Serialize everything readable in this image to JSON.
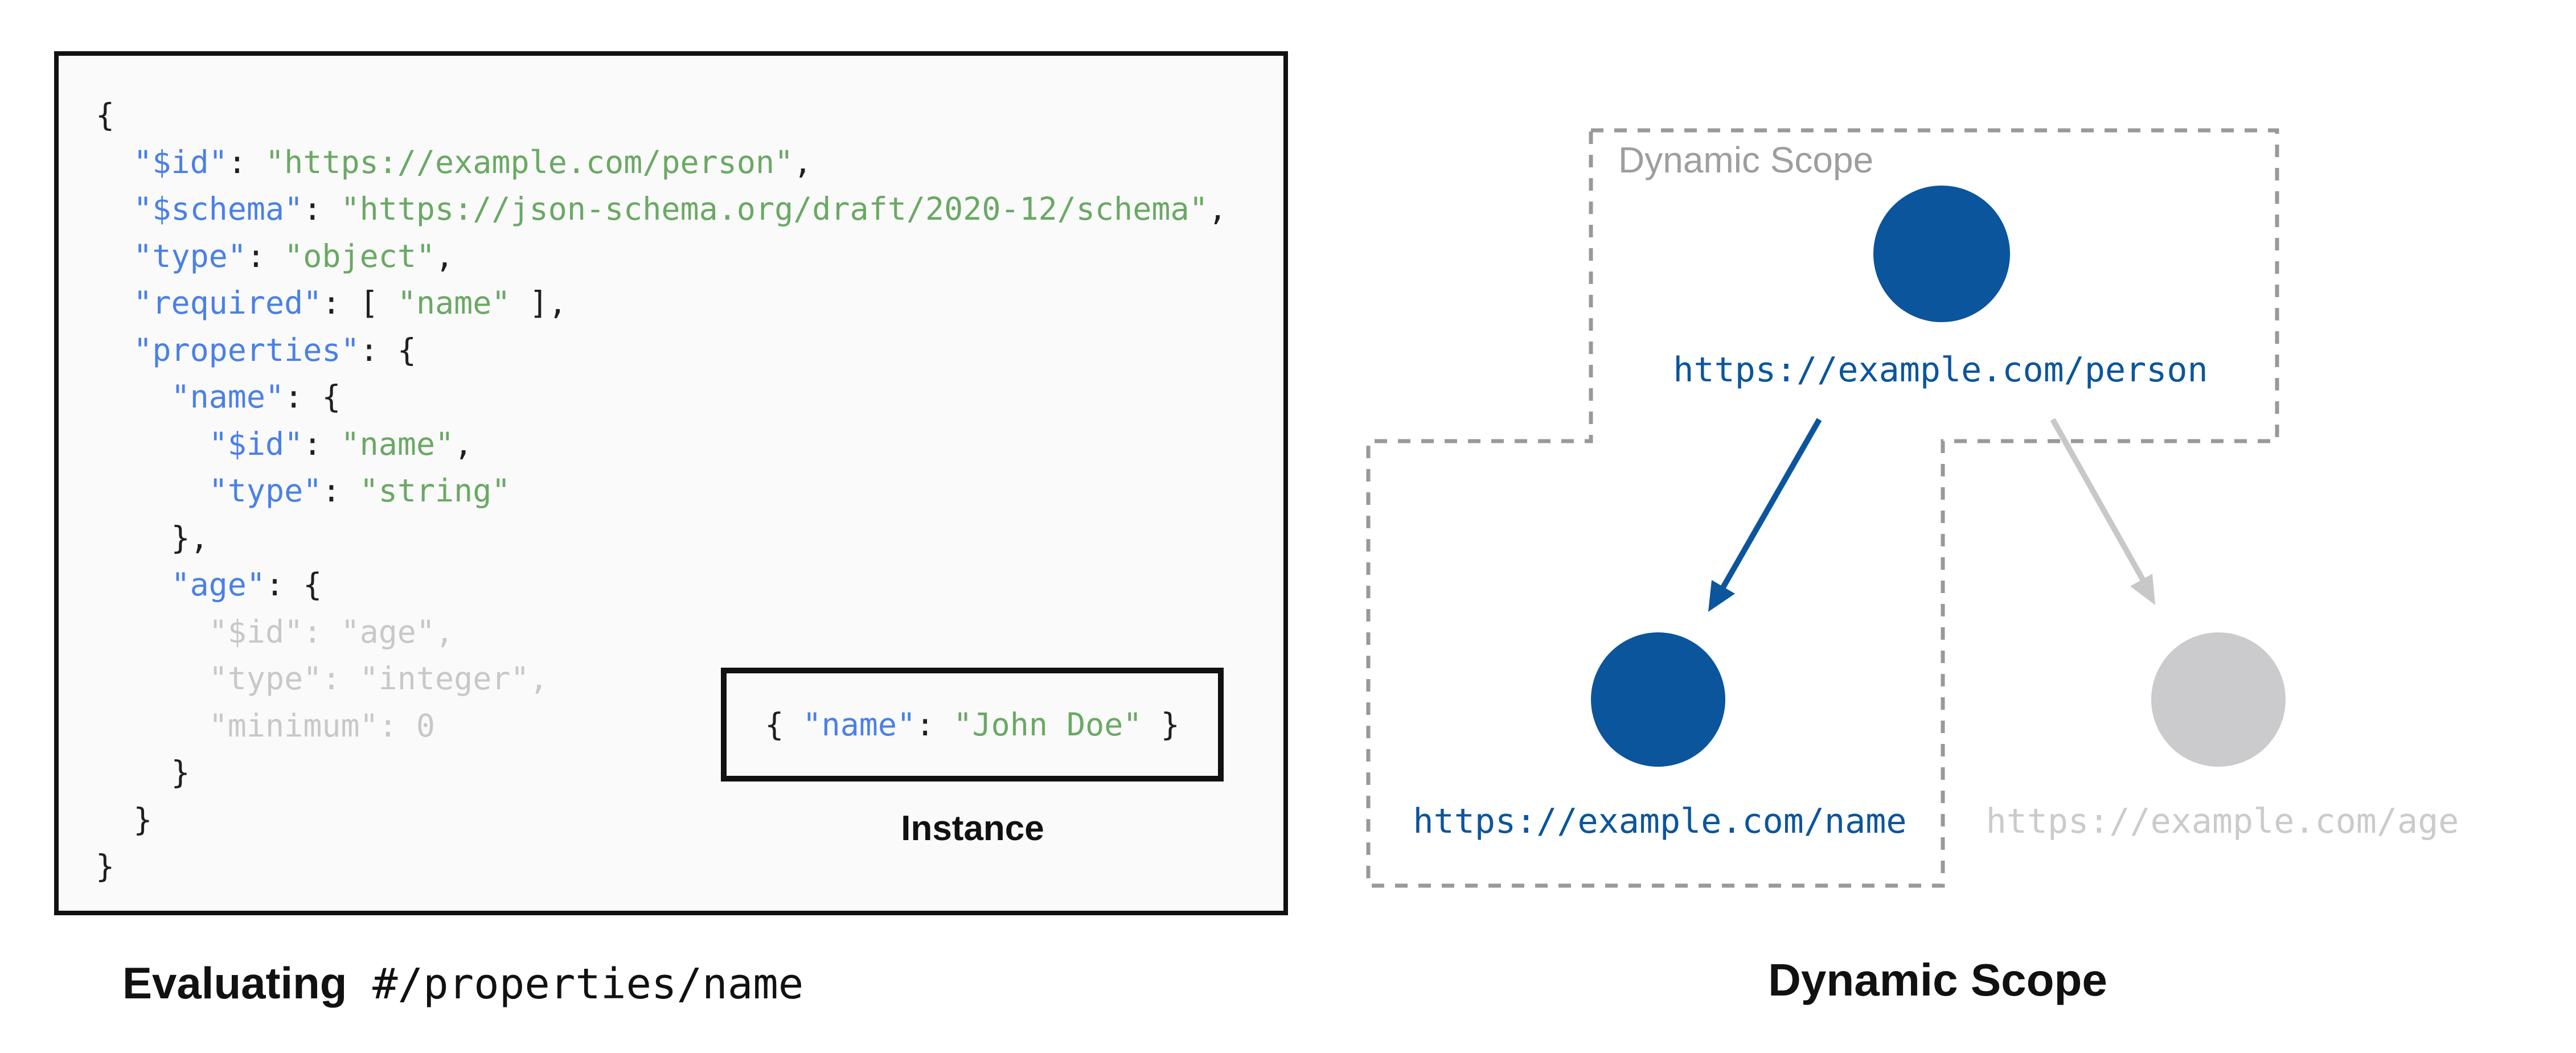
{
  "colors": {
    "node_blue": "#0B559D",
    "node_gray": "#CBCBCD",
    "arrow_gray": "#C8C8C8",
    "dash_gray": "#999999",
    "code_key_blue": "#4A80E8",
    "code_string_green": "#6AA964",
    "code_dim_gray": "#C8C8C8",
    "panel_bg": "#FAFAFA"
  },
  "schema_panel": {
    "code_lines": [
      [
        {
          "t": "{",
          "c": "p"
        }
      ],
      [
        {
          "t": "  ",
          "c": "p"
        },
        {
          "t": "\"$id\"",
          "c": "k"
        },
        {
          "t": ": ",
          "c": "p"
        },
        {
          "t": "\"https://example.com/person\"",
          "c": "s"
        },
        {
          "t": ",",
          "c": "p"
        }
      ],
      [
        {
          "t": "  ",
          "c": "p"
        },
        {
          "t": "\"$schema\"",
          "c": "k"
        },
        {
          "t": ": ",
          "c": "p"
        },
        {
          "t": "\"https://json-schema.org/draft/2020-12/schema\"",
          "c": "s"
        },
        {
          "t": ",",
          "c": "p"
        }
      ],
      [
        {
          "t": "  ",
          "c": "p"
        },
        {
          "t": "\"type\"",
          "c": "k"
        },
        {
          "t": ": ",
          "c": "p"
        },
        {
          "t": "\"object\"",
          "c": "s"
        },
        {
          "t": ",",
          "c": "p"
        }
      ],
      [
        {
          "t": "  ",
          "c": "p"
        },
        {
          "t": "\"required\"",
          "c": "k"
        },
        {
          "t": ": [ ",
          "c": "p"
        },
        {
          "t": "\"name\"",
          "c": "s"
        },
        {
          "t": " ],",
          "c": "p"
        }
      ],
      [
        {
          "t": "  ",
          "c": "p"
        },
        {
          "t": "\"properties\"",
          "c": "k"
        },
        {
          "t": ": {",
          "c": "p"
        }
      ],
      [
        {
          "t": "    ",
          "c": "p"
        },
        {
          "t": "\"name\"",
          "c": "k"
        },
        {
          "t": ": {",
          "c": "p"
        }
      ],
      [
        {
          "t": "      ",
          "c": "p"
        },
        {
          "t": "\"$id\"",
          "c": "k"
        },
        {
          "t": ": ",
          "c": "p"
        },
        {
          "t": "\"name\"",
          "c": "s"
        },
        {
          "t": ",",
          "c": "p"
        }
      ],
      [
        {
          "t": "      ",
          "c": "p"
        },
        {
          "t": "\"type\"",
          "c": "k"
        },
        {
          "t": ": ",
          "c": "p"
        },
        {
          "t": "\"string\"",
          "c": "s"
        }
      ],
      [
        {
          "t": "    },",
          "c": "p"
        }
      ],
      [
        {
          "t": "    ",
          "c": "p"
        },
        {
          "t": "\"age\"",
          "c": "k"
        },
        {
          "t": ": {",
          "c": "p"
        }
      ],
      [
        {
          "t": "      \"$id\": \"age\",",
          "c": "d"
        }
      ],
      [
        {
          "t": "      \"type\": \"integer\",",
          "c": "d"
        }
      ],
      [
        {
          "t": "      \"minimum\": 0",
          "c": "d"
        }
      ],
      [
        {
          "t": "    }",
          "c": "p"
        }
      ],
      [
        {
          "t": "  }",
          "c": "p"
        }
      ],
      [
        {
          "t": "}",
          "c": "p"
        }
      ]
    ],
    "instance": {
      "segments": [
        {
          "t": "{ ",
          "c": "p"
        },
        {
          "t": "\"name\"",
          "c": "k"
        },
        {
          "t": ": ",
          "c": "p"
        },
        {
          "t": "\"John Doe\"",
          "c": "s"
        },
        {
          "t": " }",
          "c": "p"
        }
      ],
      "label": "Instance"
    }
  },
  "captions": {
    "left_bold": "Evaluating",
    "left_mono": " #/properties/name",
    "right": "Dynamic Scope"
  },
  "diagram": {
    "scope_label": "Dynamic Scope",
    "person_url": "https://example.com/person",
    "name_url": "https://example.com/name",
    "age_url": "https://example.com/age"
  }
}
